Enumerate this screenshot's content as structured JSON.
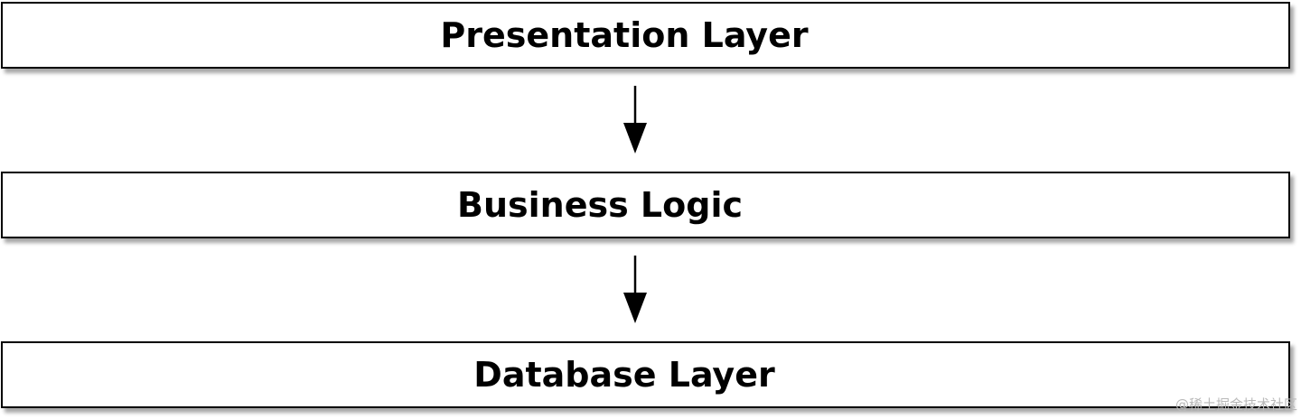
{
  "layers": [
    {
      "label": "Presentation Layer"
    },
    {
      "label": "Business Logic"
    },
    {
      "label": "Database Layer"
    }
  ],
  "watermark": "@稀土掘金技术社区",
  "colors": {
    "border": "#000000",
    "background": "#ffffff",
    "text": "#000000",
    "watermark": "#b9b9b9"
  }
}
